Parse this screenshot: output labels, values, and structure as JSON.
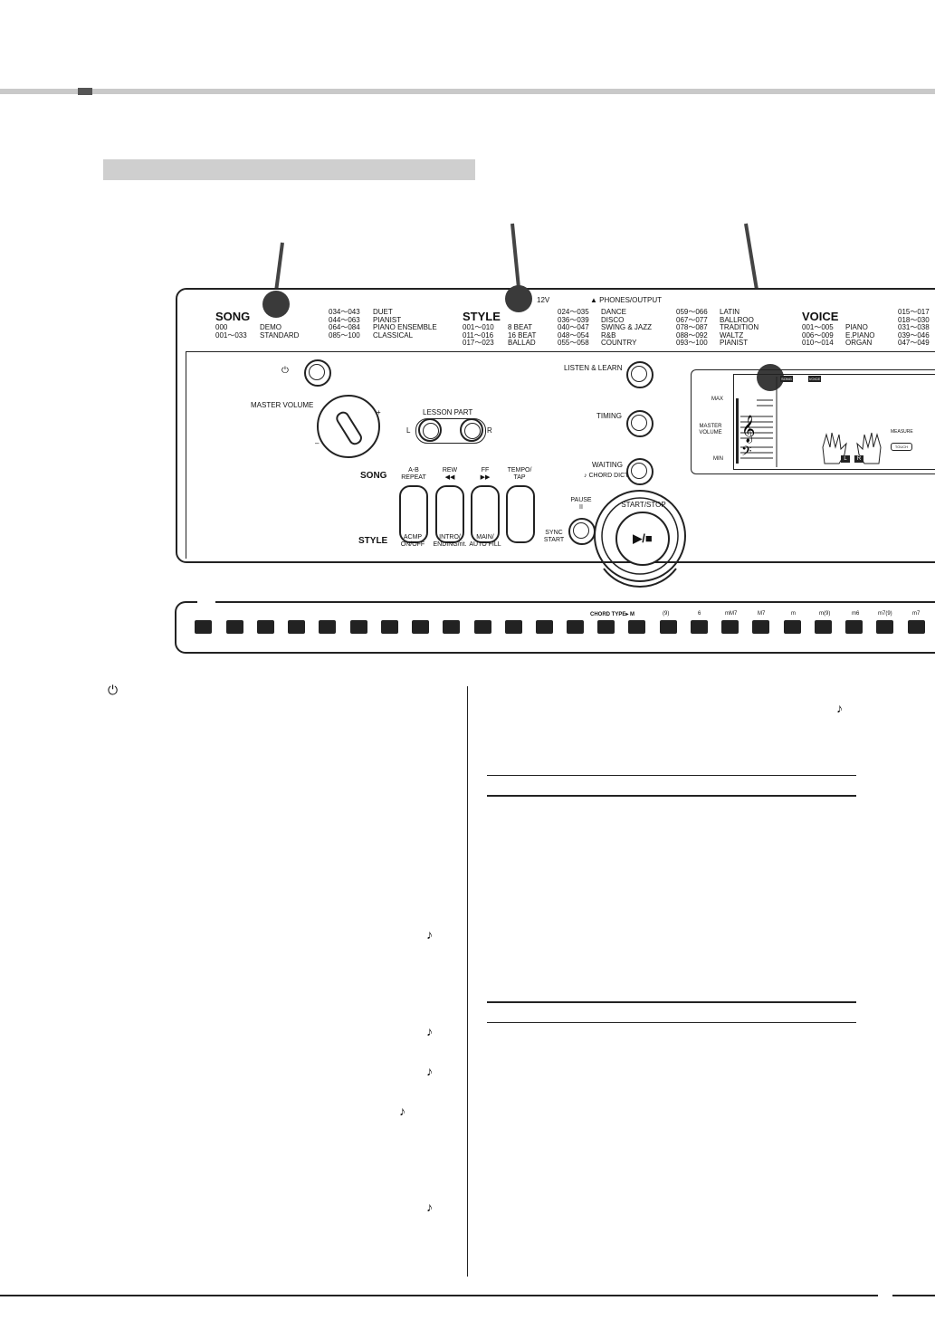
{
  "song": {
    "title": "SONG",
    "col1_nums": "000\n001～033",
    "col1_names": "DEMO\nSTANDARD",
    "col2_nums": "034～043\n044～063\n064～084\n085～100",
    "col2_names": "DUET\nPIANIST\nPIANO ENSEMBLE\nCLASSICAL"
  },
  "style": {
    "title": "STYLE",
    "col1_nums": "001～010\n011～016\n017～023",
    "col1_names": "8 BEAT\n16 BEAT\nBALLAD",
    "col2_nums": "024～035\n036～039\n040～047\n048～054\n055～058",
    "col2_names": "DANCE\nDISCO\nSWING & JAZZ\nR&B\nCOUNTRY",
    "col3_nums": "059～066\n067～077\n078～087\n088～092\n093～100",
    "col3_names": "LATIN\nBALLROO\nTRADITION\nWALTZ\nPIANIST"
  },
  "voice": {
    "title": "VOICE",
    "col1_nums": "001～005\n006～009\n010～014",
    "col1_names": "PIANO\nE.PIANO\nORGAN",
    "col2_nums": "015～017\n018～030\n031～038\n039～046\n047～049"
  },
  "panel": {
    "dc_in": "12V",
    "phones": "▲ PHONES/OUTPUT",
    "master_volume": "MASTER VOLUME",
    "plus": "+",
    "minus": "–",
    "lesson_part": "LESSON PART",
    "l": "L",
    "r": "R",
    "song_row": "SONG",
    "style_row": "STYLE",
    "ab_repeat": "A-B\nREPEAT",
    "rew": "REW\n◀◀",
    "ff": "FF\n▶▶",
    "tempo_tap": "TEMPO/\nTAP",
    "acmp": "ACMP\nON/OFF",
    "intro": "INTRO/\nENDING/rit.",
    "main": "MAIN/\nAUTO FILL",
    "listen_learn": "LISTEN & LEARN",
    "timing": "TIMING",
    "waiting": "WAITING",
    "chord_dict": "CHORD DICT.",
    "pause": "PAUSE\nII",
    "sync_start": "SYNC\nSTART",
    "start_stop": "START/STOP",
    "play_stop": "▶/■",
    "power": "⏻"
  },
  "lcd": {
    "max": "MAX",
    "master_volume": "MASTER\nVOLUME",
    "min": "MIN",
    "song_tag": "SONG",
    "voice_tag": "VOICE",
    "measure": "MEASURE",
    "touch": "TOUCH",
    "l": "L",
    "r": "R"
  },
  "strip": {
    "chord_type": "CHORD TYPE▸ M",
    "chord_labels": [
      "(9)",
      "6",
      "mM7",
      "M7",
      "m",
      "m(9)",
      "m6",
      "m7(9)",
      "m7"
    ]
  },
  "body": {
    "power_symbol": "⏻",
    "note_symbol": "♪"
  }
}
